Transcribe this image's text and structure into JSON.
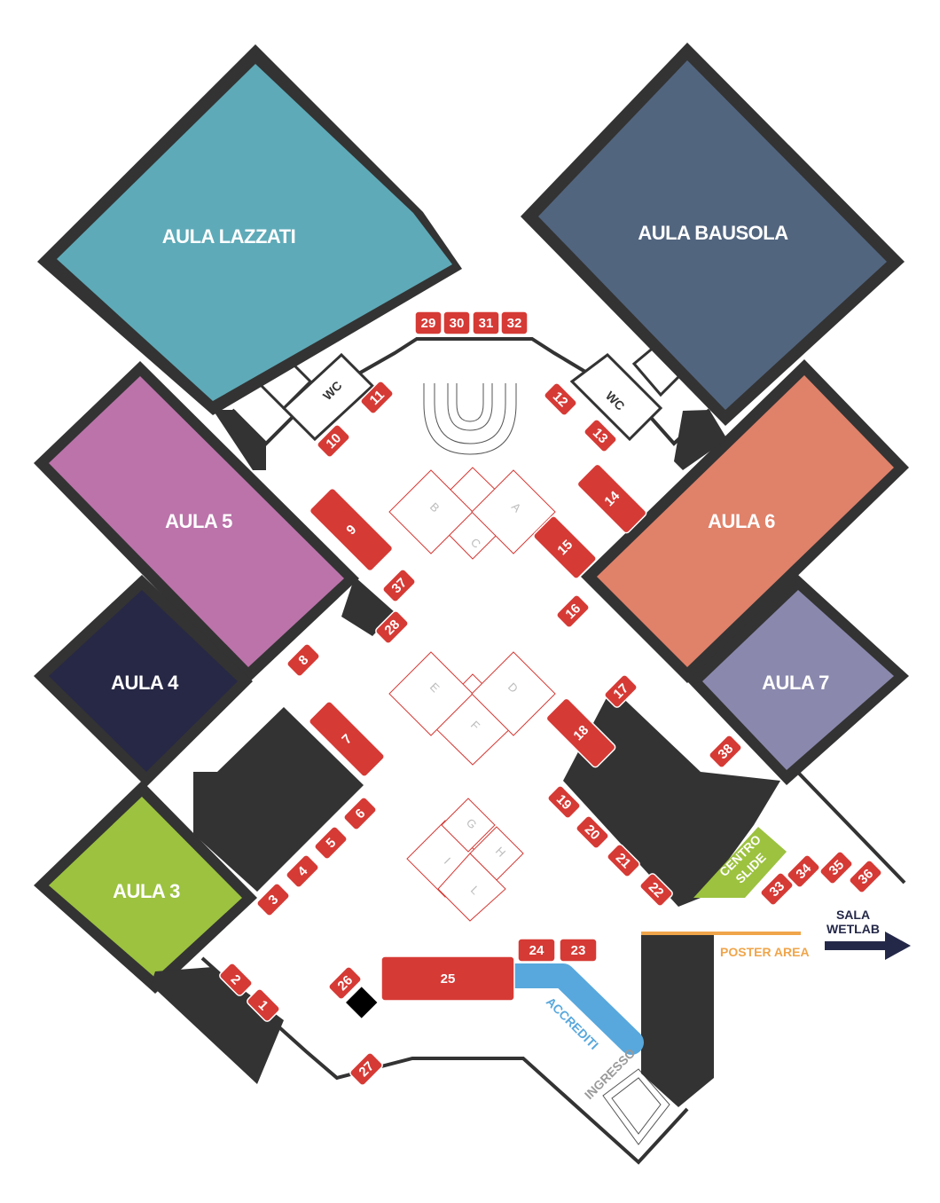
{
  "colors": {
    "stand": "#d63a35",
    "wall": "#333333",
    "accrediti": "#58a8dd",
    "poster": "#f0a54a",
    "arrow": "#242848"
  },
  "rooms": [
    {
      "id": "aula-lazzati",
      "label": "AULA LAZZATI",
      "color": "#5eaab8"
    },
    {
      "id": "aula-bausola",
      "label": "AULA BAUSOLA",
      "color": "#52657f"
    },
    {
      "id": "aula-5",
      "label": "AULA 5",
      "color": "#bb73aa"
    },
    {
      "id": "aula-6",
      "label": "AULA 6",
      "color": "#e0816a"
    },
    {
      "id": "aula-4",
      "label": "AULA 4",
      "color": "#272845"
    },
    {
      "id": "aula-7",
      "label": "AULA 7",
      "color": "#8a88ad"
    },
    {
      "id": "aula-3",
      "label": "AULA 3",
      "color": "#9cc23f"
    }
  ],
  "wc_label": "WC",
  "stands": [
    "1",
    "2",
    "3",
    "4",
    "5",
    "6",
    "7",
    "8",
    "9",
    "10",
    "11",
    "12",
    "13",
    "14",
    "15",
    "16",
    "17",
    "18",
    "19",
    "20",
    "21",
    "22",
    "23",
    "24",
    "25",
    "26",
    "27",
    "28",
    "29",
    "30",
    "31",
    "32",
    "33",
    "34",
    "35",
    "36",
    "37",
    "38"
  ],
  "kiosks": [
    "A",
    "B",
    "C",
    "D",
    "E",
    "F",
    "G",
    "H",
    "I",
    "L"
  ],
  "labels": {
    "centro_slide_1": "CENTRO",
    "centro_slide_2": "SLIDE",
    "poster_area": "POSTER AREA",
    "accrediti": "ACCREDITI",
    "ingresso": "INGRESSO",
    "sala_wetlab_1": "SALA",
    "sala_wetlab_2": "WETLAB"
  }
}
